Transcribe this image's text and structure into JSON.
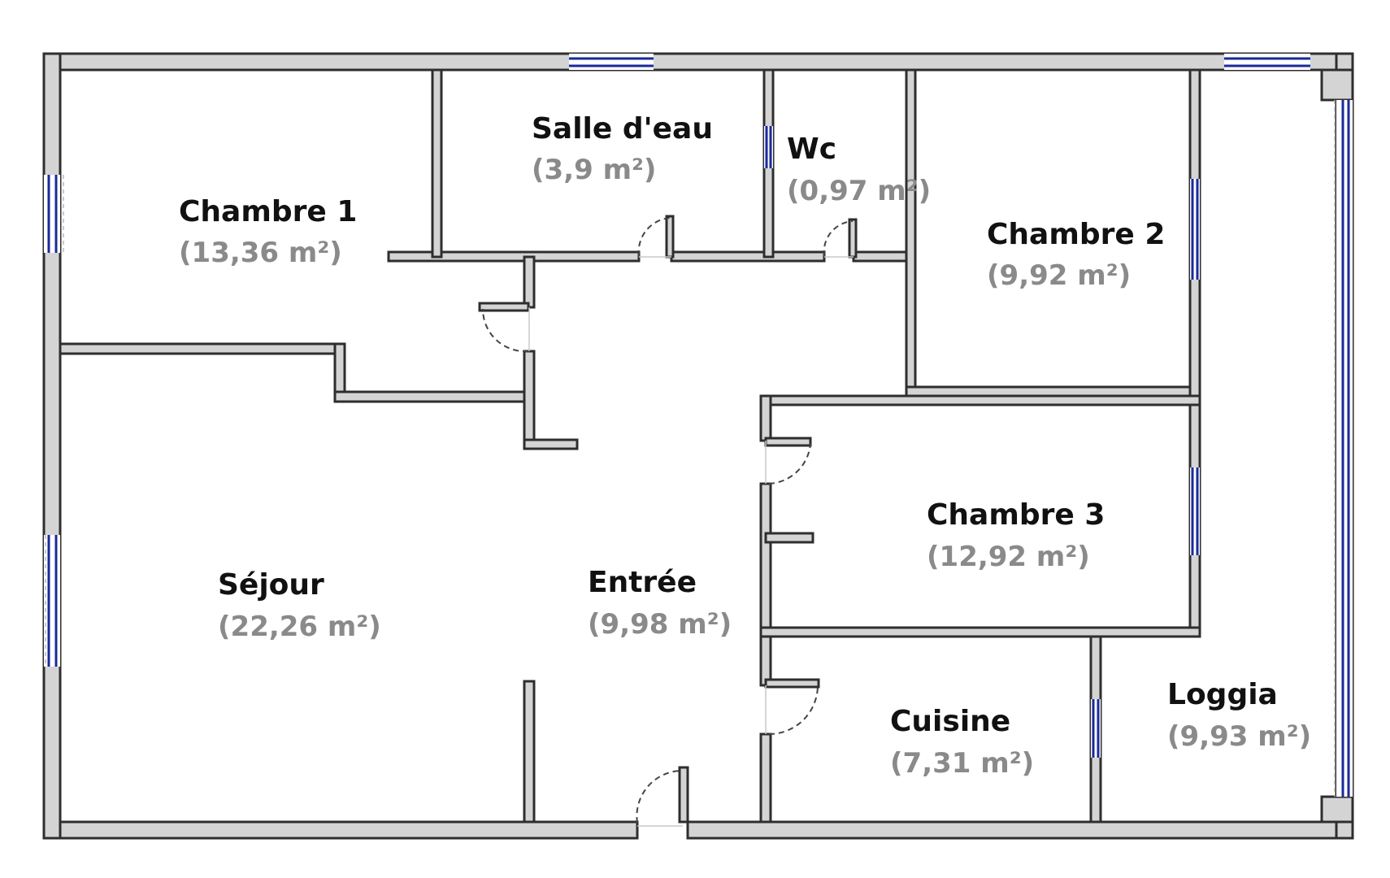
{
  "colors": {
    "wall_fill": "#d4d4d4",
    "wall_outline": "#2e2e2e",
    "window": "#1a2a9a",
    "room_name": "#111111",
    "room_area": "#8a8a8a"
  },
  "rooms": [
    {
      "name": "Chambre 1",
      "area": "(13,36 m²)"
    },
    {
      "name": "Salle d'eau",
      "area": "(3,9 m²)"
    },
    {
      "name": "Wc",
      "area": "(0,97 m²)"
    },
    {
      "name": "Chambre 2",
      "area": "(9,92 m²)"
    },
    {
      "name": "Chambre 3",
      "area": "(12,92 m²)"
    },
    {
      "name": "Séjour",
      "area": "(22,26 m²)"
    },
    {
      "name": "Entrée",
      "area": "(9,98 m²)"
    },
    {
      "name": "Cuisine",
      "area": "(7,31 m²)"
    },
    {
      "name": "Loggia",
      "area": "(9,93 m²)"
    }
  ]
}
